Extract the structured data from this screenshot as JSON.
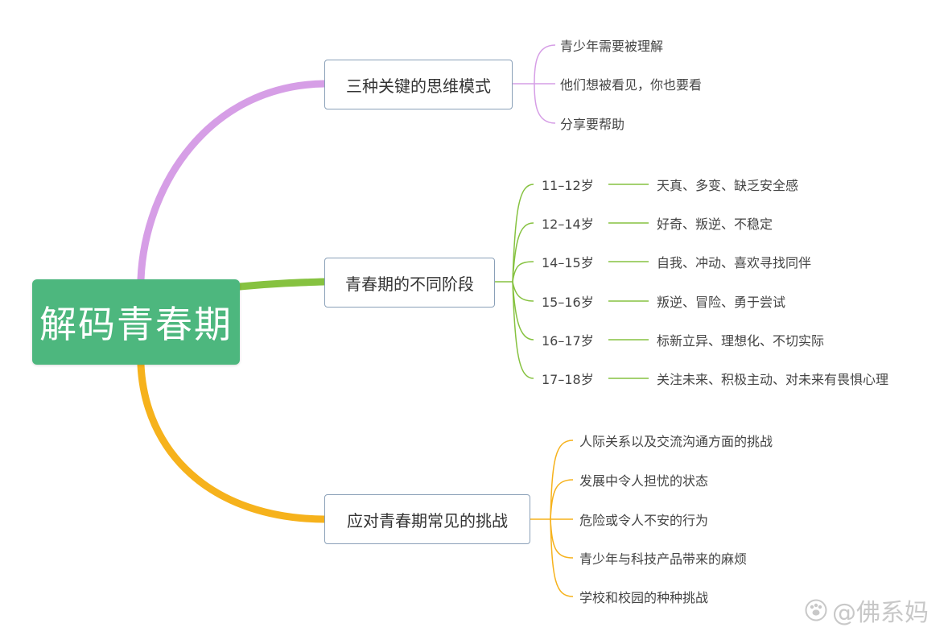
{
  "root": {
    "label": "解码青春期"
  },
  "branches": [
    {
      "label": "三种关键的思维模式",
      "children": [
        "青少年需要被理解",
        "他们想被看见，你也要看",
        "分享要帮助"
      ]
    },
    {
      "label": "青春期的不同阶段",
      "stages": [
        {
          "age": "11–12岁",
          "desc": "天真、多变、缺乏安全感"
        },
        {
          "age": "12–14岁",
          "desc": "好奇、叛逆、不稳定"
        },
        {
          "age": "14–15岁",
          "desc": "自我、冲动、喜欢寻找同伴"
        },
        {
          "age": "15–16岁",
          "desc": "叛逆、冒险、勇于尝试"
        },
        {
          "age": "16–17岁",
          "desc": "标新立异、理想化、不切实际"
        },
        {
          "age": "17–18岁",
          "desc": "关注未来、积极主动、对未来有畏惧心理"
        }
      ]
    },
    {
      "label": "应对青春期常见的挑战",
      "children": [
        "人际关系以及交流沟通方面的挑战",
        "发展中令人担忧的状态",
        "危险或令人不安的行为",
        "青少年与科技产品带来的麻烦",
        "学校和校园的种种挑战"
      ]
    }
  ],
  "watermark": {
    "text": "@佛系妈"
  },
  "colors": {
    "root": "#4db77e",
    "branch1": "#d69ee6",
    "branch2": "#86c240",
    "branch3": "#f6b21c",
    "node_border": "#8aa0b8"
  }
}
